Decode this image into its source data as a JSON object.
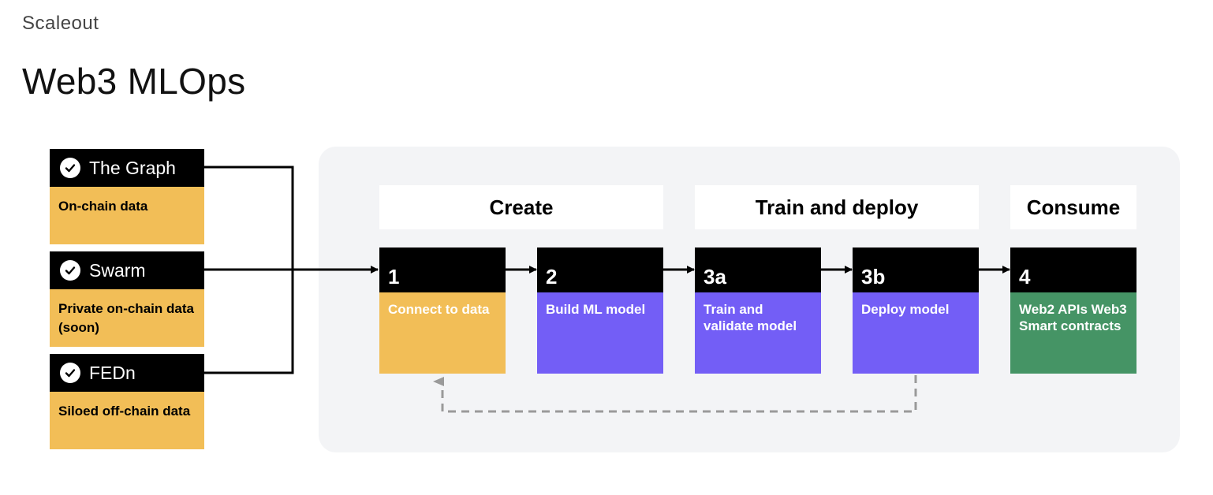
{
  "brand": "Scaleout",
  "title": "Web3 MLOps",
  "sources": [
    {
      "name": "The Graph",
      "desc": "On-chain data"
    },
    {
      "name": "Swarm",
      "desc": "Private on-chain data (soon)"
    },
    {
      "name": "FEDn",
      "desc": "Siloed off-chain data"
    }
  ],
  "phases": {
    "create": "Create",
    "train_deploy": "Train and deploy",
    "consume": "Consume"
  },
  "steps": [
    {
      "num": "1",
      "desc": "Connect to data"
    },
    {
      "num": "2",
      "desc": "Build ML model"
    },
    {
      "num": "3a",
      "desc": "Train and validate model"
    },
    {
      "num": "3b",
      "desc": "Deploy model"
    },
    {
      "num": "4",
      "desc": "Web2 APIs Web3 Smart contracts"
    }
  ],
  "colors": {
    "yellow": "#f2be57",
    "purple": "#735ef6",
    "green": "#459465",
    "panel": "#f3f4f6"
  },
  "icons": {
    "check": "check-circle-icon",
    "arrow": "arrow-right-icon"
  }
}
